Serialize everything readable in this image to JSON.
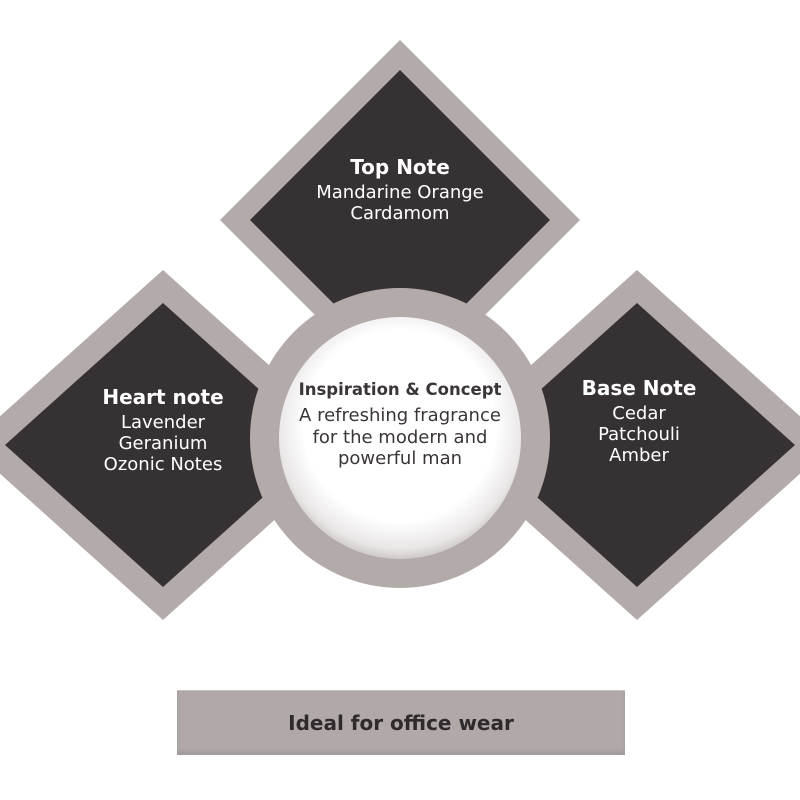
{
  "colors": {
    "frame": "#b3aba9",
    "diamond": "#363233",
    "background": "#ffffff",
    "text_light": "#ffffff",
    "text_dark": "#2f2b2c"
  },
  "top_note": {
    "title": "Top Note",
    "items": [
      "Mandarine Orange",
      "Cardamom"
    ]
  },
  "heart_note": {
    "title": "Heart note",
    "items": [
      "Lavender",
      "Geranium",
      "Ozonic Notes"
    ]
  },
  "base_note": {
    "title": "Base Note",
    "items": [
      "Cedar",
      "Patchouli",
      "Amber"
    ]
  },
  "center": {
    "title": "Inspiration & Concept",
    "lines": [
      "A refreshing fragrance",
      "for the modern and",
      "powerful man"
    ]
  },
  "footer": {
    "label": "Ideal for office wear"
  }
}
